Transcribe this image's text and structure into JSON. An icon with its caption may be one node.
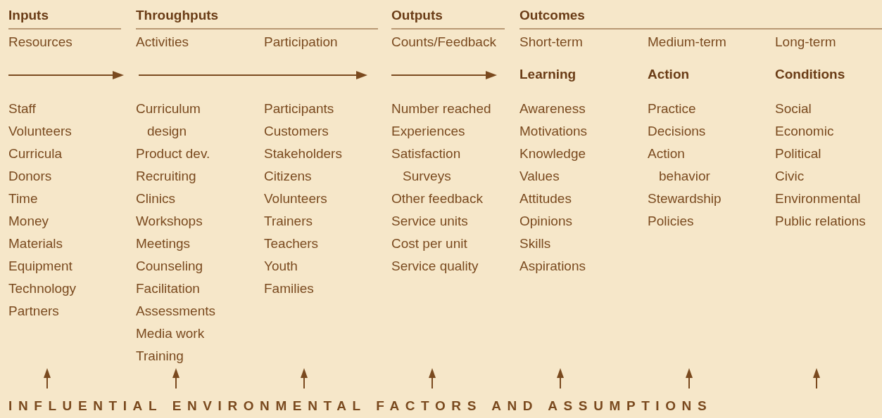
{
  "diagram": {
    "labels": [
      "Inputs",
      "Throughputs",
      "Outputs",
      "Outcomes",
      "Resources",
      "Activities",
      "Participation",
      "Counts/Feedback",
      "Short-term",
      "Medium-term",
      "Long-term",
      "Learning",
      "Action",
      "Conditions",
      "Staff",
      "Volunteers",
      "Curricula",
      "Donors",
      "Time",
      "Money",
      "Materials",
      "Equipment",
      "Technology",
      "Partners",
      "Curriculum design",
      "Product dev.",
      "Recruiting",
      "Clinics",
      "Workshops",
      "Meetings",
      "Counseling",
      "Facilitation",
      "Assessments",
      "Media work",
      "Training",
      "Participants",
      "Customers",
      "Stakeholders",
      "Citizens",
      "Volunteers",
      "Trainers",
      "Teachers",
      "Youth",
      "Families",
      "Number reached",
      "Experiences",
      "Satisfaction Surveys",
      "Other feedback",
      "Service units",
      "Cost per unit",
      "Service quality",
      "Awareness",
      "Motivations",
      "Knowledge",
      "Values",
      "Attitudes",
      "Opinions",
      "Skills",
      "Aspirations",
      "Practice",
      "Decisions",
      "Action behavior",
      "Stewardship",
      "Policies",
      "Social",
      "Economic",
      "Political",
      "Civic",
      "Environmental",
      "Public relations",
      "INFLUENTIAL ENVIRONMENTAL FACTORS AND ASSUMPTIONS"
    ]
  }
}
